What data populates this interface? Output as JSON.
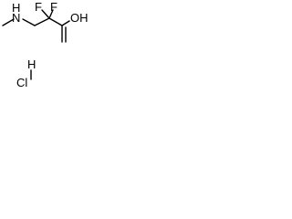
{
  "molecule": {
    "atoms": {
      "n_h": "H",
      "n": "N",
      "f_left": "F",
      "f_right": "F",
      "oxygen_h": "OH",
      "hcl_h": "H",
      "cl": "Cl"
    },
    "colors": {
      "ink": "#000000",
      "background": "#ffffff"
    }
  }
}
